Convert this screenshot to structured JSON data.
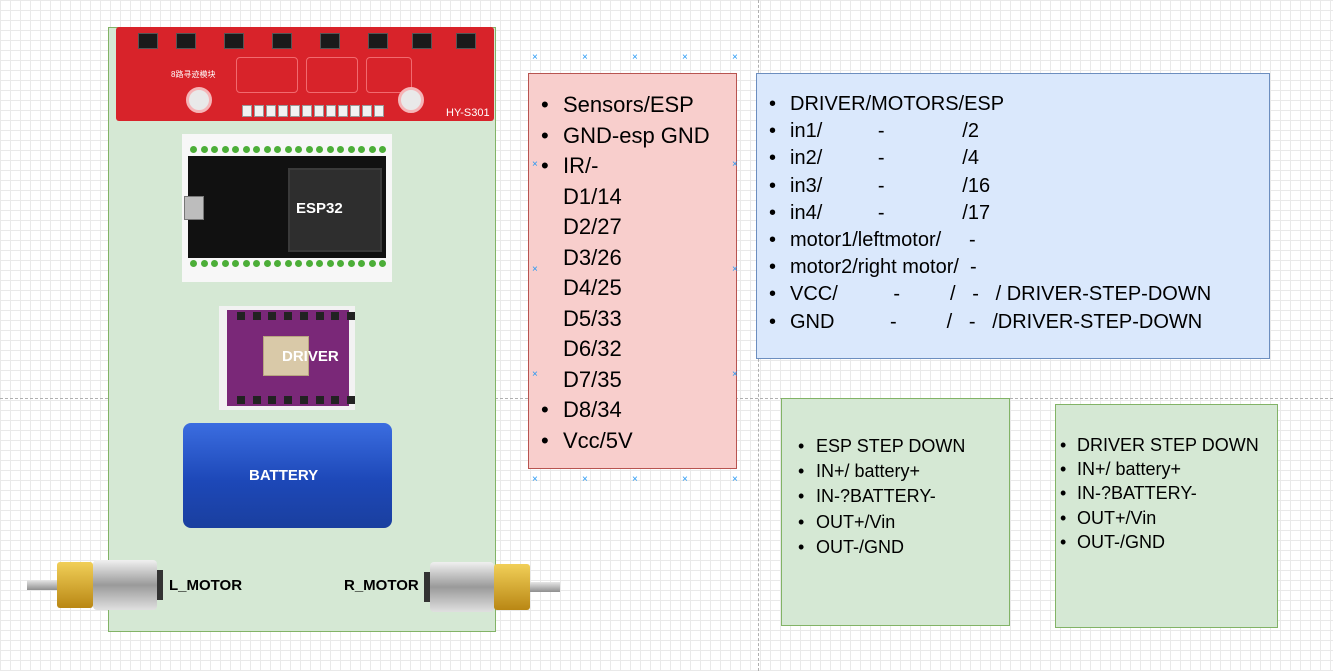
{
  "components": {
    "sensor": {
      "model": "HY-S301",
      "cn_label": "8路寻迹模块"
    },
    "esp": {
      "label": "ESP32"
    },
    "driver": {
      "label": "DRIVER"
    },
    "battery": {
      "label": "BATTERY"
    },
    "left_motor": {
      "label": "L_MOTOR"
    },
    "right_motor": {
      "label": "R_MOTOR"
    }
  },
  "sensors_box": {
    "items": [
      {
        "text": "Sensors/ESP",
        "bullet": true
      },
      {
        "text": "GND-esp GND",
        "bullet": true
      },
      {
        "text": "IR/-",
        "bullet": true
      },
      {
        "text": "D1/14",
        "bullet": false
      },
      {
        "text": "D2/27",
        "bullet": false
      },
      {
        "text": "D3/26",
        "bullet": false
      },
      {
        "text": "D4/25",
        "bullet": false
      },
      {
        "text": "D5/33",
        "bullet": false
      },
      {
        "text": "D6/32",
        "bullet": false
      },
      {
        "text": "D7/35",
        "bullet": false
      },
      {
        "text": "D8/34",
        "bullet": true
      },
      {
        "text": "Vcc/5V",
        "bullet": true
      }
    ]
  },
  "driver_box": {
    "items": [
      "DRIVER/MOTORS/ESP",
      "in1/          -              /2",
      "in2/          -              /4",
      "in3/          -              /16",
      "in4/          -              /17",
      "motor1/leftmotor/     -",
      "motor2/right motor/  -",
      "VCC/          -         /   -   / DRIVER-STEP-DOWN",
      "GND          -         /   -   /DRIVER-STEP-DOWN"
    ]
  },
  "esp_stepdown_box": {
    "items": [
      "ESP STEP DOWN",
      "IN+/ battery+",
      "IN-?BATTERY-",
      "OUT+/Vin",
      "OUT-/GND"
    ]
  },
  "driver_stepdown_box": {
    "items": [
      "DRIVER STEP DOWN",
      "IN+/ battery+",
      "IN-?BATTERY-",
      "OUT+/Vin",
      "OUT-/GND"
    ]
  },
  "colors": {
    "board_fill": "#d5e8d4",
    "pink_fill": "#f8cecc",
    "blue_fill": "#dae8fc",
    "selection_handle": "#2196f3"
  }
}
